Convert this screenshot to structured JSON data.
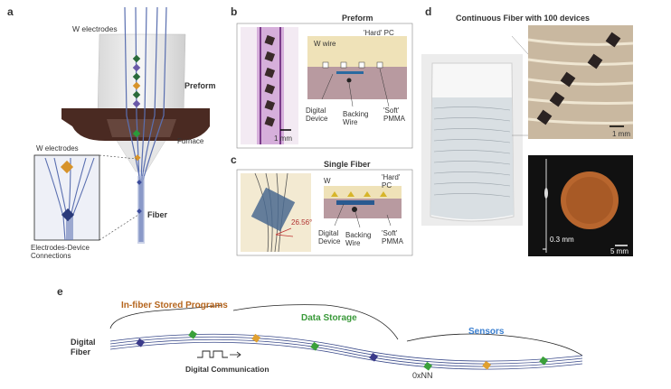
{
  "panels": {
    "a": {
      "label": "a",
      "w_electrodes": "W electrodes",
      "preform": "Preform",
      "furnace": "Furnace",
      "inset_w_electrodes": "W electrodes",
      "fiber": "Fiber",
      "connections": "Electrodes-Device\nConnections"
    },
    "b": {
      "label": "b",
      "title": "Preform",
      "w_wire": "W wire",
      "hard_pc": "'Hard' PC",
      "digital_device": "Digital\nDevice",
      "backing_wire": "Backing\nWire",
      "soft_pmma": "'Soft'\nPMMA",
      "scale": "1 mm"
    },
    "c": {
      "label": "c",
      "title": "Single Fiber",
      "angle": "26.56°",
      "w": "W",
      "hard_pc": "'Hard'\nPC",
      "digital_device": "Digital\nDevice",
      "backing_wire": "Backing\nWire",
      "soft_pmma": "'Soft'\nPMMA"
    },
    "d": {
      "label": "d",
      "title": "Continuous Fiber with 100 devices",
      "scale_top": "1 mm",
      "diameter": "0.3 mm",
      "scale_bottom": "5 mm"
    },
    "e": {
      "label": "e",
      "programs": "In-fiber Stored Programs",
      "storage": "Data Storage",
      "sensors": "Sensors",
      "digital_fiber": "Digital\nFiber",
      "communication": "Digital Communication",
      "hex": "0xNN"
    }
  },
  "colors": {
    "programs": "#b5651d",
    "storage": "#3a9a3a",
    "sensors": "#3a7fd0",
    "fiber_blue": "#5a6fb0",
    "furnace": "#4a2a22",
    "pc_tan": "#efe2b8",
    "pmma_mauve": "#b89aa0"
  }
}
